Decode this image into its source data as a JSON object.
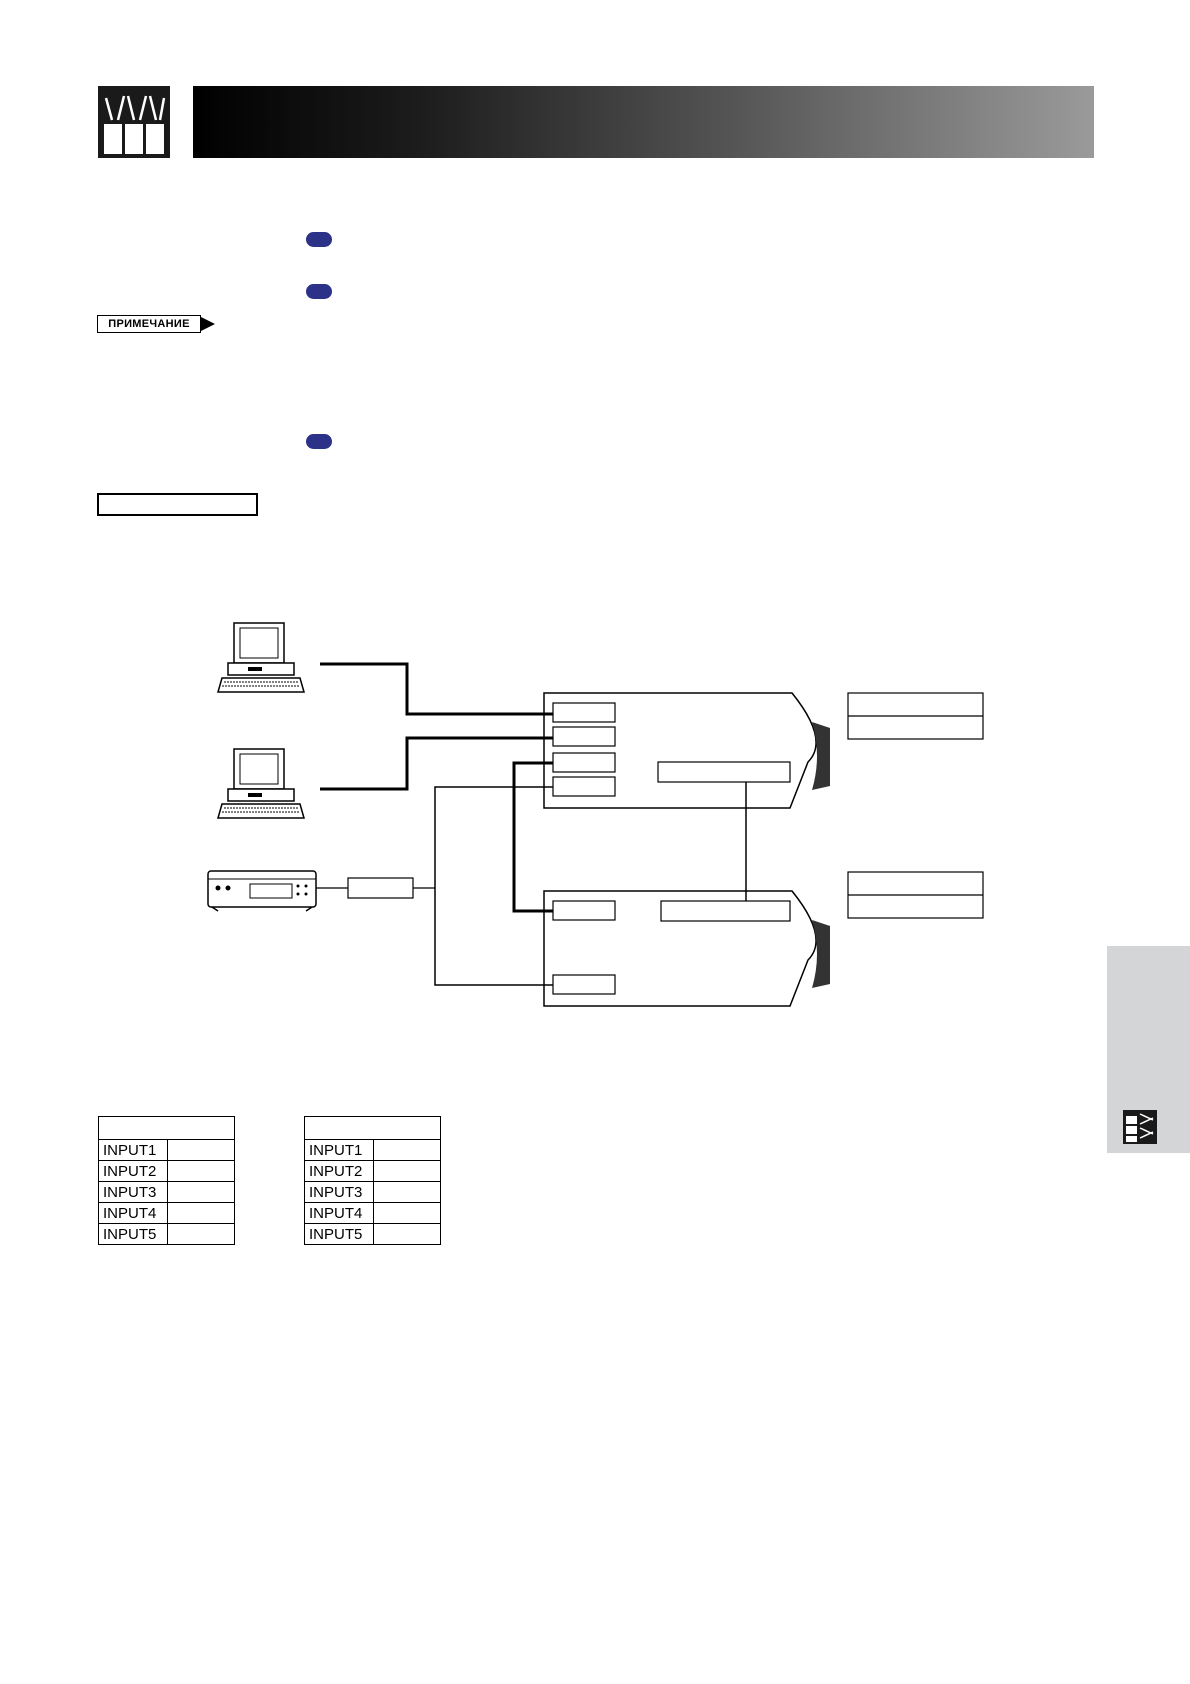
{
  "note": {
    "label": "ПРИМЕЧАНИЕ"
  },
  "tables": [
    {
      "rows": [
        "INPUT1",
        "INPUT2",
        "INPUT3",
        "INPUT4",
        "INPUT5"
      ]
    },
    {
      "rows": [
        "INPUT1",
        "INPUT2",
        "INPUT3",
        "INPUT4",
        "INPUT5"
      ]
    }
  ],
  "icons": {
    "header": "projector-stack-icon",
    "bullet": "blue-bullet-icon",
    "note_arrow": "arrow-right-icon",
    "side": "projector-stack-icon"
  },
  "colors": {
    "bullet": "#2b3288",
    "side_tab": "#d4d5d6"
  }
}
